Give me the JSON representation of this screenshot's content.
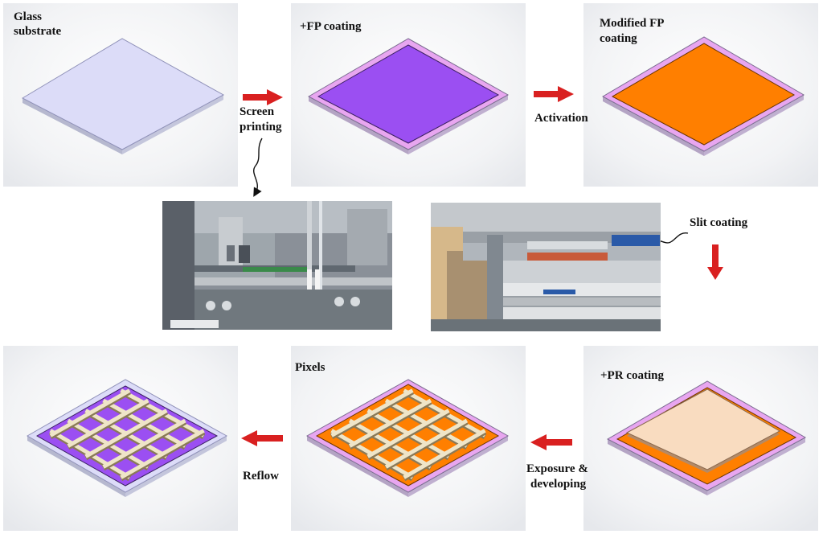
{
  "labels": {
    "glass_substrate_1": "Glass",
    "glass_substrate_2": "substrate",
    "fp_coating": "+FP coating",
    "modified_fp_1": "Modified FP",
    "modified_fp_2": "coating",
    "screen_printing_1": "Screen",
    "screen_printing_2": "printing",
    "activation": "Activation",
    "slit_coating": "Slit coating",
    "pixels": "Pixels",
    "pr_coating": "+PR coating",
    "reflow": "Reflow",
    "exposure_1": "Exposure &",
    "exposure_2": "developing"
  },
  "colors": {
    "glass": "#d8d9f6",
    "fp": "#9b4ff2",
    "fp_border": "#e8a6f0",
    "modified_fp": "#ff7f00",
    "pr": "#f9dcc0",
    "grid_bar": "#efe5c8",
    "arrow": "#d92020"
  }
}
